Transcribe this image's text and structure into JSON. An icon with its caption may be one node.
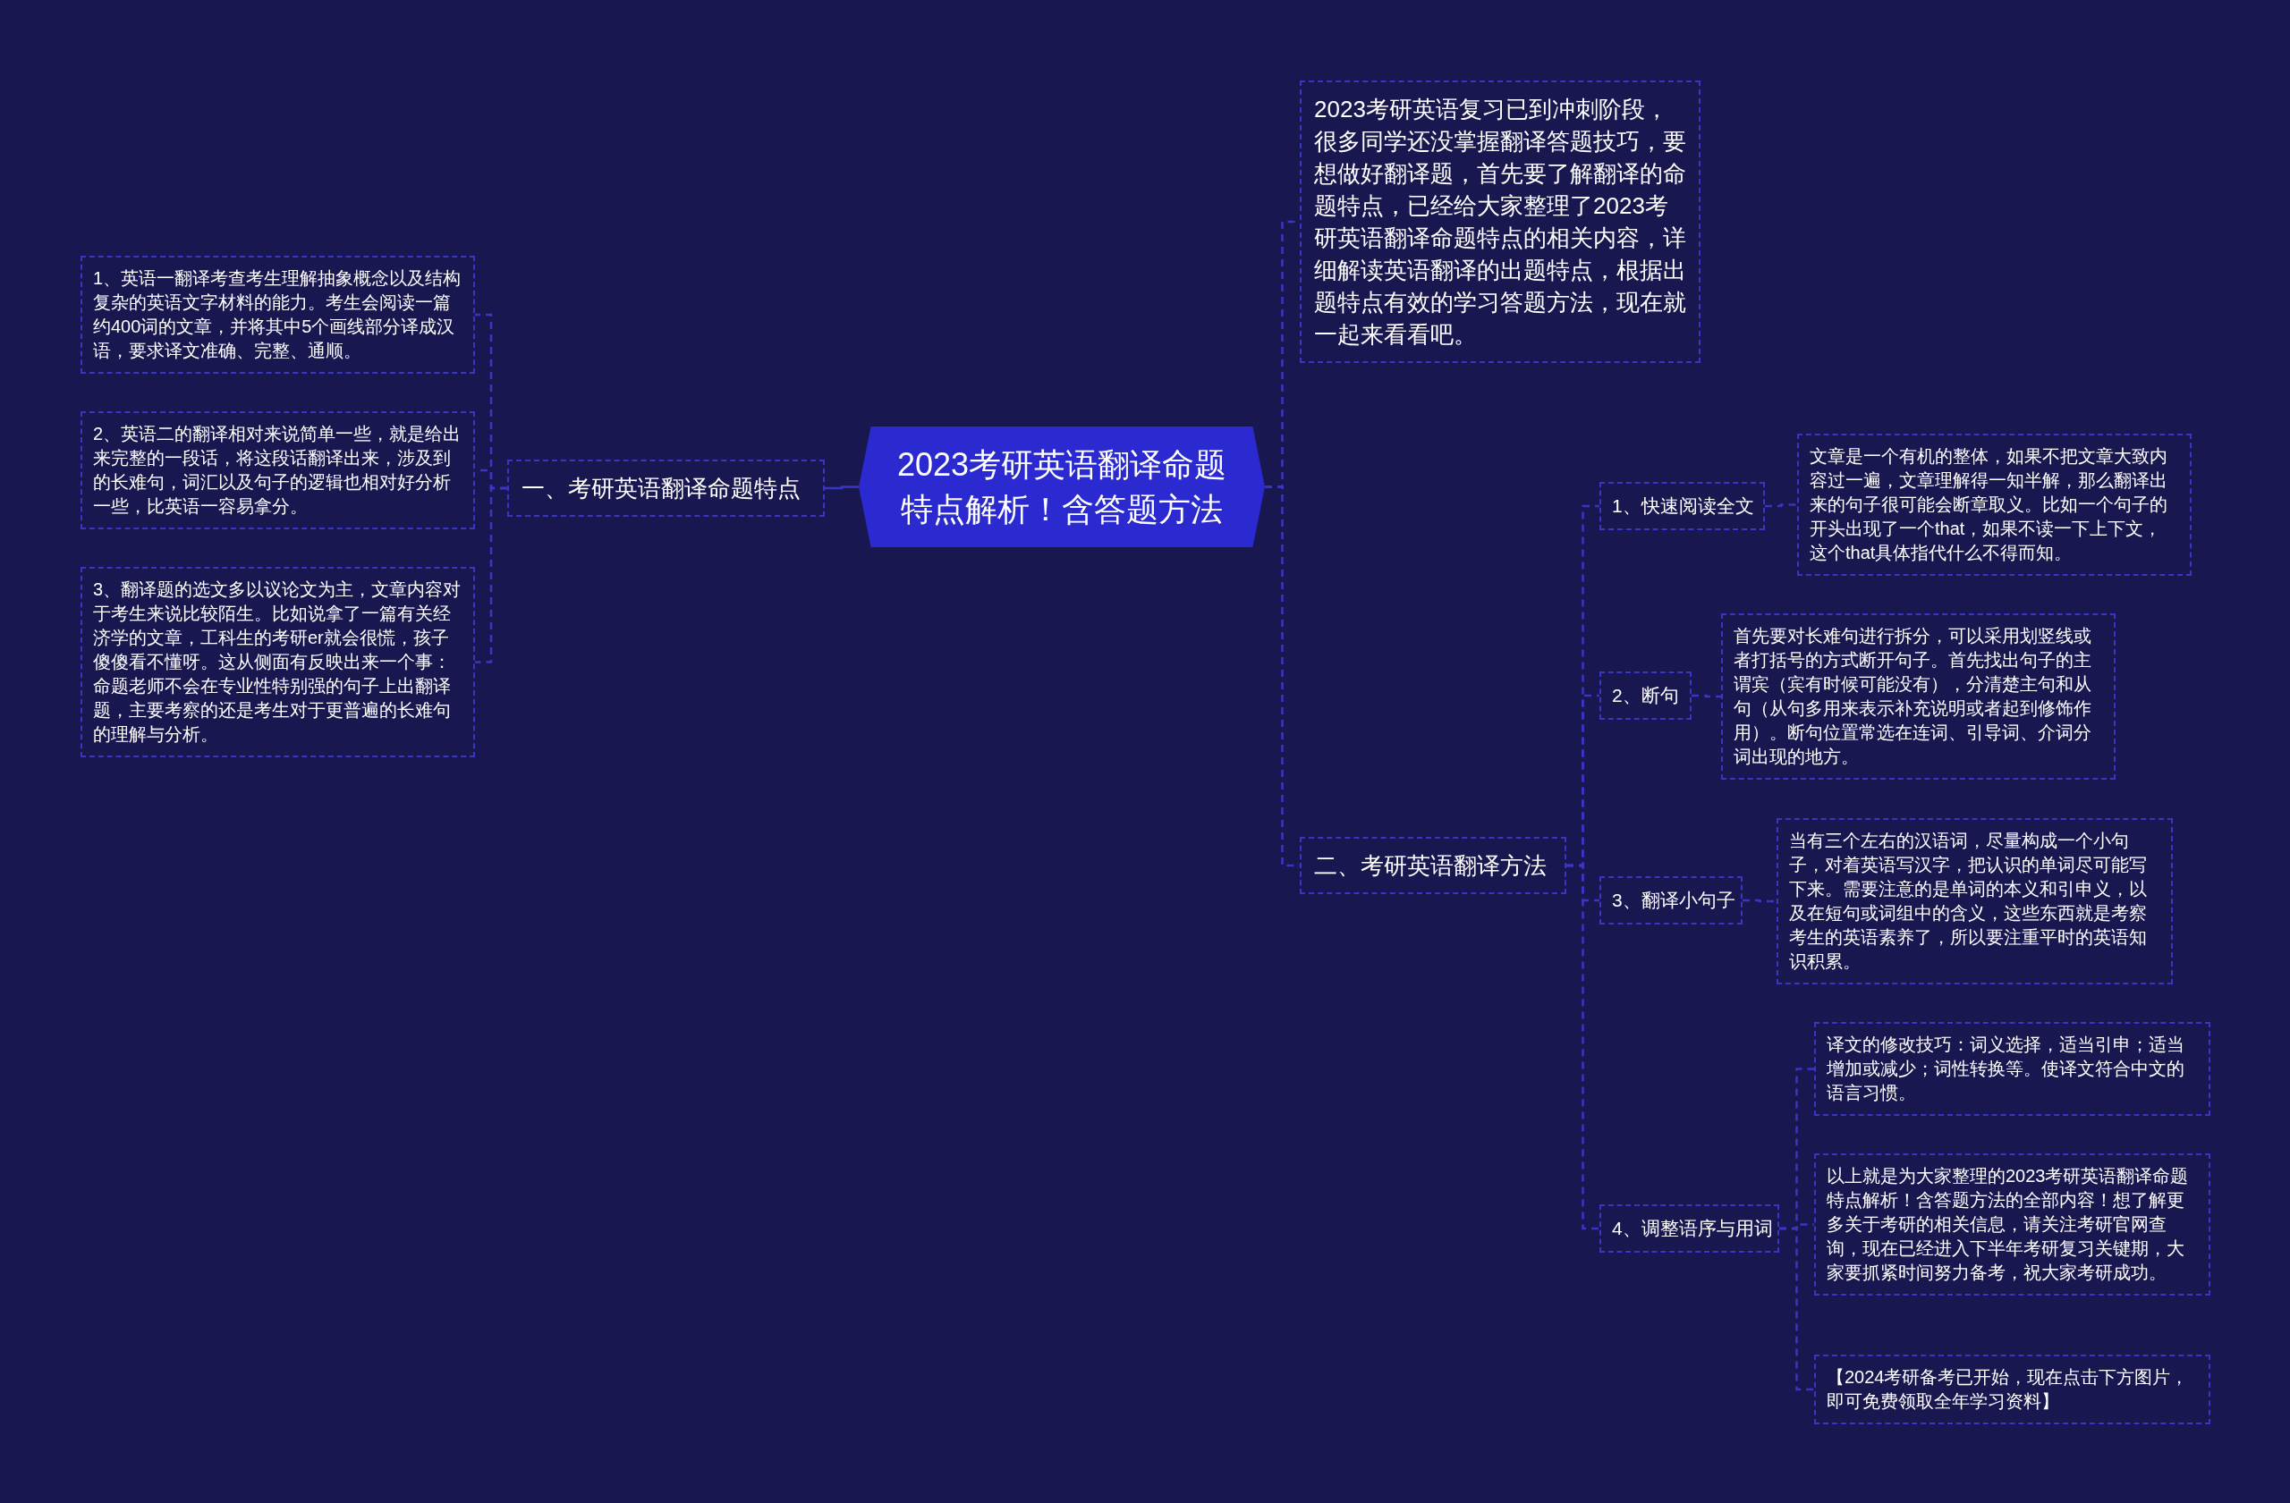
{
  "diagram": {
    "nodes": [
      {
        "text": [
          "2023考研英语翻译命题特点解析！含答题方法"
        ]
      },
      {
        "text": [
          "一、考研英语翻译命题特点"
        ]
      },
      {
        "text": [
          "1、英语一翻译考查考生理解抽象概念以及结构复杂的英语文字材料的能力。考生会阅读一篇约400词的文章，并将其中5个画线部分译成汉语，要求译文准确、完整、通顺。"
        ]
      },
      {
        "text": [
          "2、英语二的翻译相对来说简单一些，就是给出来完整的一段话，将这段话翻译出来，涉及到的长难句，词汇以及句子的逻辑也相对好分析一些，比英语一容易拿分。"
        ]
      },
      {
        "text": [
          "3、翻译题的选文多以议论文为主，文章内容对于考生来说比较陌生。比如说拿了一篇有关经济学的文章，工科生的考研er就会很慌，孩子傻傻看不懂呀。这从侧面有反映出来一个事：命题老师不会在专业性特别强的句子上出翻译题，主要考察的还是考生对于更普遍的长难句的理解与分析。"
        ]
      },
      {
        "text": [
          "2023考研英语复习已到冲刺阶段，很多同学还没掌握翻译答题技巧，要想做好翻译题，首先要了解翻译的命题特点，已经给大家整理了2023考研英语翻译命题特点的相关内容，详细解读英语翻译的出题特点，根据出题特点有效的学习答题方法，现在就一起来看看吧。"
        ]
      },
      {
        "text": [
          "二、考研英语翻译方法"
        ]
      },
      {
        "text": [
          "1、快速阅读全文"
        ]
      },
      {
        "text": [
          "文章是一个有机的整体，如果不把文章大致内容过一遍，文章理解得一知半解，那么翻译出来的句子很可能会断章取义。比如一个句子的开头出现了一个that，如果不读一下上下文，这个that具体指代什么不得而知。"
        ]
      },
      {
        "text": [
          "2、断句"
        ]
      },
      {
        "text": [
          "首先要对长难句进行拆分，可以采用划竖线或者打括号的方式断开句子。首先找出句子的主谓宾（宾有时候可能没有），分清楚主句和从句（从句多用来表示补充说明或者起到修饰作用）。断句位置常选在连词、引导词、介词分词出现的地方。"
        ]
      },
      {
        "text": [
          "3、翻译小句子"
        ]
      },
      {
        "text": [
          "当有三个左右的汉语词，尽量构成一个小句子，对着英语写汉字，把认识的单词尽可能写下来。需要注意的是单词的本义和引申义，以及在短句或词组中的含义，这些东西就是考察考生的英语素养了，所以要注重平时的英语知识积累。"
        ]
      },
      {
        "text": [
          "4、调整语序与用词"
        ]
      },
      {
        "text": [
          "译文的修改技巧：词义选择，适当引申；适当增加或减少；词性转换等。使译文符合中文的语言习惯。"
        ]
      },
      {
        "text": [
          "以上就是为大家整理的2023考研英语翻译命题特点解析！含答题方法的全部内容！想了解更多关于考研的相关信息，请关注考研官网查询，现在已经进入下半年考研复习关键期，大家要抓紧时间努力备考，祝大家考研成功。"
        ]
      },
      {
        "text": [
          "【2024考研备考已开始，现在点击下方图片，即可免费领取全年学习资料】"
        ]
      }
    ],
    "edges": [
      {
        "from": 0,
        "to": 1,
        "arrow": "none"
      },
      {
        "from": 1,
        "to": 2,
        "arrow": "none",
        "style": "dashed"
      },
      {
        "from": 1,
        "to": 3,
        "arrow": "none",
        "style": "dashed"
      },
      {
        "from": 1,
        "to": 4,
        "arrow": "none",
        "style": "dashed"
      },
      {
        "from": 0,
        "to": 5,
        "arrow": "none",
        "style": "dashed"
      },
      {
        "from": 0,
        "to": 6,
        "arrow": "none",
        "style": "dashed"
      },
      {
        "from": 6,
        "to": 7,
        "arrow": "none",
        "style": "dashed"
      },
      {
        "from": 7,
        "to": 8,
        "arrow": "none",
        "style": "dashed"
      },
      {
        "from": 6,
        "to": 9,
        "arrow": "none",
        "style": "dashed"
      },
      {
        "from": 9,
        "to": 10,
        "arrow": "none",
        "style": "dashed"
      },
      {
        "from": 6,
        "to": 11,
        "arrow": "none",
        "style": "dashed"
      },
      {
        "from": 11,
        "to": 12,
        "arrow": "none",
        "style": "dashed"
      },
      {
        "from": 6,
        "to": 13,
        "arrow": "none",
        "style": "dashed"
      },
      {
        "from": 13,
        "to": 14,
        "arrow": "none",
        "style": "dashed"
      },
      {
        "from": 13,
        "to": 15,
        "arrow": "none",
        "style": "dashed"
      },
      {
        "from": 13,
        "to": 16,
        "arrow": "none",
        "style": "dashed"
      }
    ]
  }
}
